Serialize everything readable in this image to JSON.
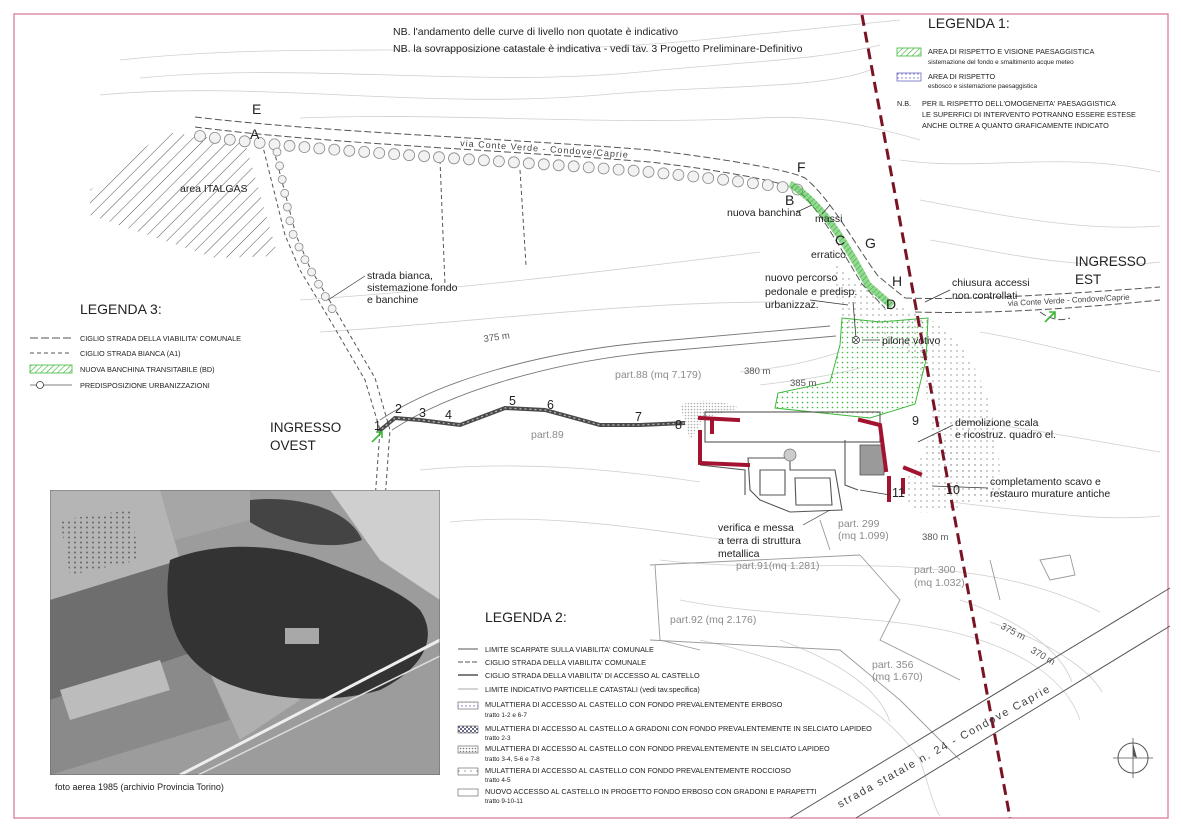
{
  "title_notes": [
    "NB. l'andamento delle curve di livello non quotate è indicativo",
    "NB. la sovrapposizione catastale è indicativa - vedi tav. 3 Progetto Preliminare-Definitivo"
  ],
  "legend1": {
    "title": "LEGENDA 1:",
    "items": [
      {
        "label": "AREA DI RISPETTO E VISIONE PAESAGGISTICA",
        "sub": "sistemazione del fondo e smaltimento acque meteo"
      },
      {
        "label": "AREA DI RISPETTO",
        "sub": "esbosco e sistemazione paesaggistica"
      }
    ],
    "nb": "N.B.",
    "nb_text": [
      "PER IL RISPETTO DELL'OMOGENEITA' PAESAGGISTICA",
      "LE SUPERFICI DI INTERVENTO POTRANNO ESSERE ESTESE",
      "ANCHE OLTRE A QUANTO GRAFICAMENTE INDICATO"
    ]
  },
  "legend2": {
    "title": "LEGENDA 2:",
    "lines": [
      "LIMITE SCARPATE SULLA VIABILITA' COMUNALE",
      "CIGLIO STRADA DELLA VIABILITA' COMUNALE",
      "CIGLIO STRADA DELLA VIABILITA' DI ACCESSO AL CASTELLO",
      "LIMITE INDICATIVO PARTICELLE CATASTALI (vedi tav.specifica)"
    ],
    "paths": [
      {
        "label": "MULATTIERA DI ACCESSO AL CASTELLO CON FONDO PREVALENTEMENTE ERBOSO",
        "sub": "tratto 1-2 e 6-7"
      },
      {
        "label": "MULATTIERA DI ACCESSO AL CASTELLO A GRADONI CON FONDO PREVALENTEMENTE IN SELCIATO LAPIDEO",
        "sub": "tratto 2-3"
      },
      {
        "label": "MULATTIERA DI ACCESSO AL CASTELLO CON FONDO PREVALENTEMENTE IN SELCIATO LAPIDEO",
        "sub": "tratto 3-4, 5-6 e 7-8"
      },
      {
        "label": "MULATTIERA DI ACCESSO AL CASTELLO CON FONDO PREVALENTEMENTE ROCCIOSO",
        "sub": "tratto 4-5"
      },
      {
        "label": "NUOVO ACCESSO AL CASTELLO IN PROGETTO FONDO ERBOSO CON GRADONI E PARAPETTI",
        "sub": "tratto 9-10-11"
      }
    ]
  },
  "legend3": {
    "title": "LEGENDA 3:",
    "items": [
      "CIGLIO STRADA DELLA VIABILITA' COMUNALE",
      "CIGLIO STRADA BIANCA (A1)",
      "NUOVA BANCHINA TRANSITABILE (BD)",
      "PREDISPOSIZIONE URBANIZZAZIONI"
    ]
  },
  "map": {
    "points": {
      "E": "E",
      "A": "A",
      "F": "F",
      "B": "B",
      "C": "C",
      "G": "G",
      "H": "H",
      "D": "D"
    },
    "route_stops": [
      "1",
      "2",
      "3",
      "4",
      "5",
      "6",
      "7",
      "8",
      "9",
      "10",
      "11"
    ],
    "roads": {
      "conte_verde_north": "via Conte Verde - Condove/Caprie",
      "conte_verde_east": "via Conte Verde - Condove/Caprie",
      "statale": "strada statale n. 24 - Condove Caprie"
    },
    "entrances": {
      "west": [
        "INGRESSO",
        "OVEST"
      ],
      "east": [
        "INGRESSO",
        "EST"
      ]
    },
    "notes": {
      "italgas": "area ITALGAS",
      "nuova_banchina": "nuova banchina",
      "massi": "massi",
      "erratico": "erratico",
      "chiusura": [
        "chiusura accessi",
        "non controllati"
      ],
      "strada_bianca": [
        "strada bianca,",
        "sistemazione fondo",
        "e banchine"
      ],
      "percorso": [
        "nuovo percorso",
        "pedonale e predisp.",
        "urbanizzaz."
      ],
      "pilone": "pilone votivo",
      "demolizione": [
        "demolizione scala",
        "e ricostruz. quadro el."
      ],
      "scavo": [
        "completamento scavo e",
        "restauro murature antiche"
      ],
      "verifica": [
        "verifica e messa",
        "a terra di struttura",
        "metallica"
      ]
    },
    "contours": [
      "375 m",
      "380 m",
      "385 m",
      "380 m",
      "375 m",
      "370 m"
    ],
    "parcels": [
      [
        "part.88 (mq 7.179)"
      ],
      [
        "part.89"
      ],
      [
        "part. 299",
        "(mq 1.099)"
      ],
      [
        "part.91(mq 1.281)"
      ],
      [
        "part. 300",
        "(mq 1.032)"
      ],
      [
        "part.92 (mq 2.176)"
      ],
      [
        "part. 356",
        "(mq 1.670)"
      ]
    ]
  },
  "photo": {
    "caption": "foto aerea 1985 (archivio Provincia Torino)"
  },
  "colors": {
    "frame": "#d5739a",
    "limit_line": "#7a1424",
    "castle_walls": "#a3122e",
    "green_area": "#3db83a",
    "respect_area": "#6a6ac0",
    "parcel_text": "#8c8c8c"
  }
}
